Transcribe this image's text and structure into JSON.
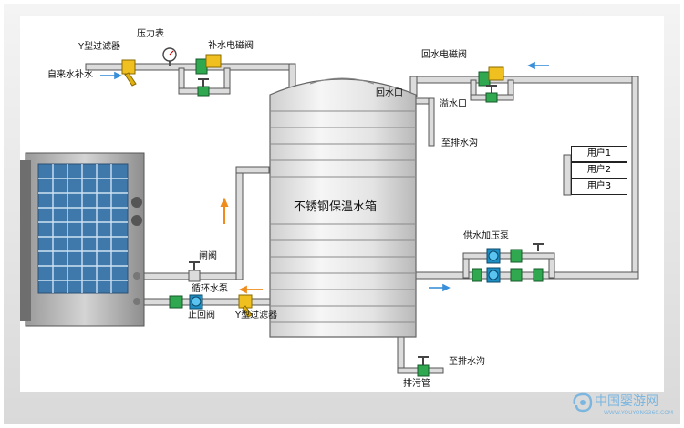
{
  "labels": {
    "y_filter_top": "Y型过滤器",
    "pressure_gauge": "压力表",
    "makeup_solenoid": "补水电磁阀",
    "tap_water_inlet": "自来水补水",
    "return_solenoid": "回水电磁阀",
    "return_port": "回水口",
    "overflow_port": "溢水口",
    "to_drain_top": "至排水沟",
    "tank_title": "不锈钢保温水箱",
    "gate_valve": "闸阀",
    "circulation_pump": "循环水泵",
    "check_valve": "止回阀",
    "y_filter_bottom": "Y型过滤器",
    "booster_pump": "供水加压泵",
    "to_drain_bottom": "至排水沟",
    "sewage_pipe": "排污管"
  },
  "users": [
    "用户1",
    "用户2",
    "用户3"
  ],
  "watermark": {
    "brand": "中国婴游网",
    "url": "WWW.YOUYONG360.COM"
  },
  "colors": {
    "pipe": "#dcdcdc",
    "pipe_edge": "#555555",
    "flow_arrow_blue": "#3a8fd8",
    "flow_arrow_orange": "#f08c1e",
    "tank": "#e9e9e9",
    "heat_pump_grid": "#4a7fb0",
    "valve_green": "#2fa84f",
    "solenoid_yellow": "#f0c020"
  }
}
